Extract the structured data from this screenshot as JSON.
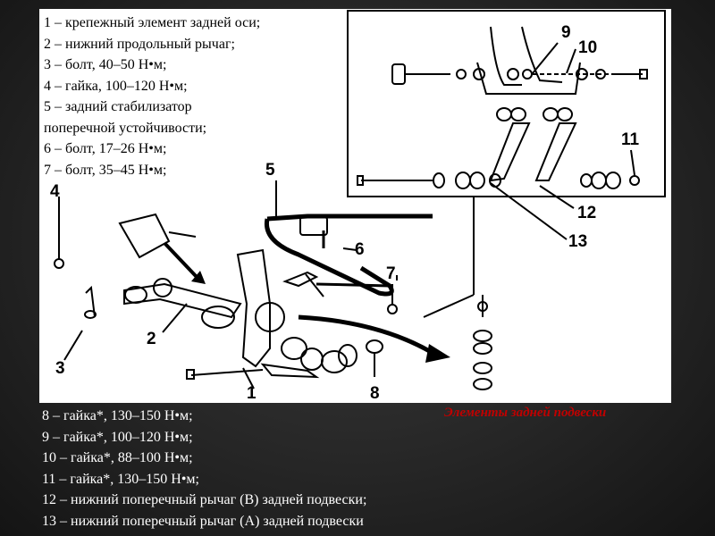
{
  "legend_top": [
    "1 – крепежный элемент задней оси;",
    "2 – нижний продольный рычаг;",
    "3 – болт, 40–50 Н•м;",
    "4 – гайка, 100–120 Н•м;",
    "5 – задний стабилизатор",
    "поперечной устойчивости;",
    "6 – болт, 17–26 Н•м;",
    "7 – болт, 35–45 Н•м;"
  ],
  "legend_bottom": [
    "8 – гайка*, 130–150 Н•м;",
    "9 – гайка*, 100–120 Н•м;",
    "10 – гайка*, 88–100 Н•м;",
    "11 – гайка*, 130–150 Н•м;",
    "12 – нижний поперечный рычаг (B) задней подвески;",
    "13 – нижний поперечный рычаг (A) задней подвески"
  ],
  "caption": "Элементы задней подвески",
  "callouts": [
    "1",
    "2",
    "3",
    "4",
    "5",
    "6",
    "7",
    "8",
    "9",
    "10",
    "11",
    "12",
    "13"
  ],
  "colors": {
    "background": "#1f1f1f",
    "figure_background": "#ffffff",
    "caption": "#c00000",
    "text_light": "#ffffff"
  }
}
